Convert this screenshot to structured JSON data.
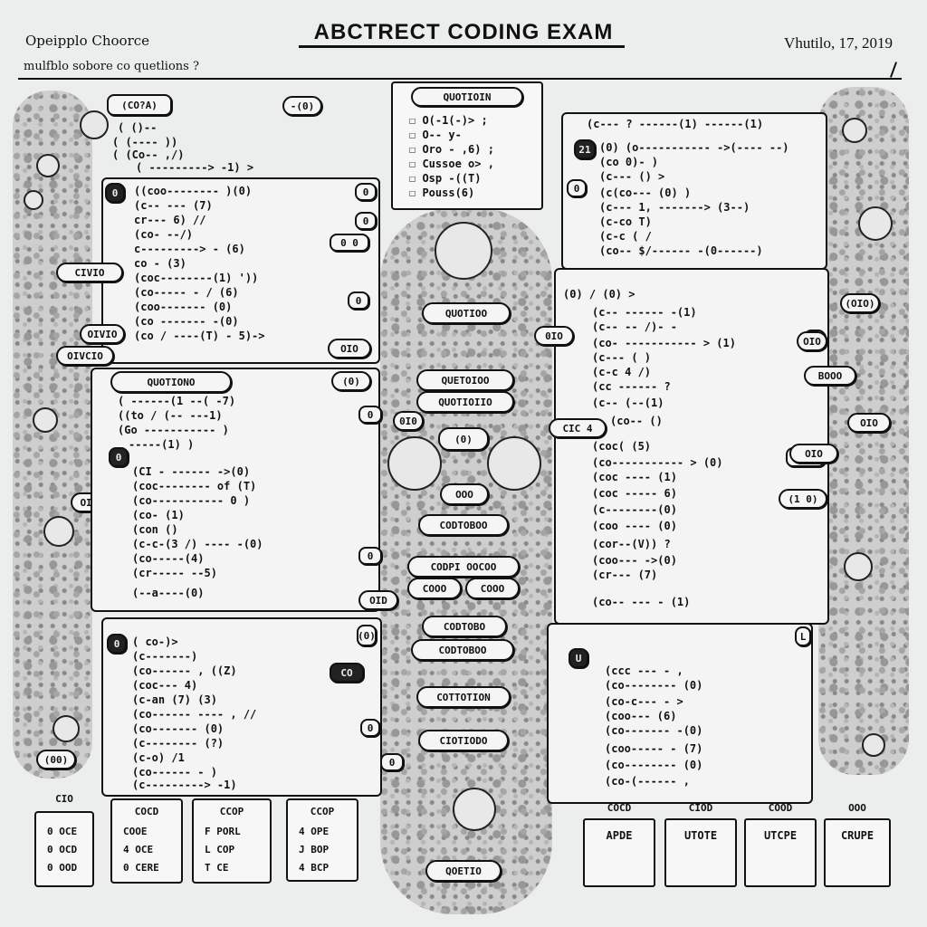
{
  "header": {
    "left_label": "Opeipplo Choorce",
    "sub_label": "mulfblo sobore co quetlions ?",
    "title": "ABCTRECT CODING EXAM",
    "date": "Vhutilo, 17, 2019"
  },
  "question_header": {
    "title": "QUOTIOIN",
    "options": [
      "O(-1(-)>  ;",
      "O--  y-",
      "Oro  -  ,6)  ;",
      "Cussoe   o>  ,",
      "Osp   -((T)",
      "Pouss(6)"
    ]
  },
  "panel_tl": {
    "tag": "(CO?A)",
    "chip": "-(0)",
    "lines": [
      "( ()--",
      "( (---- ))",
      "( (Co-- ,/)",
      "(  --------->  -1)  >"
    ],
    "sub_lines": [
      "((coo-------- )(0)",
      "(c--  ---  (7)",
      "cr---  6)  //",
      "(co-  --/)",
      "c---------> -  (6)",
      "co  -  (3)",
      "(coc--------(1)  '))",
      "(co----- - /  (6)",
      "(coo------- (0)",
      "(co  ------- -(0)",
      "(co  /  ----(T)  -  5)->"
    ]
  },
  "panel_ml": {
    "title": "QUOTIONO",
    "chip": "(0)",
    "lines": [
      "( ------(1 --(  -7)",
      "((to /  (--  ---1)",
      "(Go -----------  )",
      "-----(1)  )",
      "(CI -   ------   ->(0)",
      "(coc-------- of  (T)",
      "(co----------- 0 )",
      "(co-  (1)",
      "(con  ()",
      "(c-c-(3  /)  ---- -(0)",
      "(co-----(4)",
      "(cr-----  --5)",
      "(--a----(0)"
    ]
  },
  "panel_bl": {
    "chip": "(0)",
    "lines": [
      "(  co-)>",
      "(c-------)",
      "(co------  ,  ((Z)",
      "(coc---  4)",
      "(c-an  (7)  (3)",
      "(co------  ---- ,  //",
      "(co-------  (0)",
      "(c--------  (?)",
      "(c-o)  /1",
      "(co------  -  )",
      "(c---------> -1)"
    ]
  },
  "panel_tr": {
    "lines": [
      "(c---  ?  ------(1)  ------(1)",
      "(0) (o-----------  ->(---- --)",
      "(co  0)-  )",
      "(c---  ()  >",
      "(c(co--- (0)  )",
      "(c--- 1,  -------> (3--)",
      "(c-co  T)",
      "(c-c  (  /",
      "(co--  $/------ -(0------)"
    ]
  },
  "panel_mr": {
    "lines": [
      "(0)  /  (0)  >",
      "(c--  ------ -(1)",
      "(c-- -- /)-  -",
      "(co-  -----------  > (1)",
      "(c--- (   )",
      "(c-c  4  /)",
      "(cc  ------ ?",
      "(c--   (--(1)",
      "(co--  ()",
      "(coc(  (5)",
      "(co-----------  >  (0)",
      "(coc  ----  (1)",
      "(coc  -----  6)",
      "(c--------(0)",
      "(coo  ---- (0)",
      "(cor--(V))  ?",
      "(coo---  ->(0)",
      "(cr---  (7)",
      "(co--  ---  -  (1)"
    ]
  },
  "panel_br": {
    "lines": [
      "(ccc  ---  -  ,",
      "(co--------  (0)",
      "(co-c--- -  >",
      "(coo---  (6)",
      "(co------- -(0)",
      "(coo----- - (7)",
      "(co--------  (0)",
      "(co-(------  ,"
    ]
  },
  "center_chips": [
    "QUOTIOO",
    "QUETOIOO",
    "QUOTIOIIO",
    "(0)",
    "OOO",
    "CODTOBOO",
    "CODPI OOCOO",
    "COOO",
    "COOO",
    "CODTOBO",
    "CODTOBOO",
    "COTTOTION",
    "CIOTIODO",
    "QOETIO"
  ],
  "side_chips": {
    "left": [
      "CIVIO",
      "OIVIO",
      "OIVCIO",
      "OIVVO",
      "(00)"
    ],
    "right": [
      "BOOO",
      "OIO",
      "(OIO)",
      "OIO",
      "(1 0)",
      "OIO"
    ],
    "mid": [
      "OIO",
      "0IO",
      "CIC 4",
      "0I0",
      "OID"
    ]
  },
  "bottom_left_boxes": [
    {
      "caption": "CIO",
      "rows": [
        "0 OCE",
        "0 OCD",
        "0 OOD"
      ]
    },
    {
      "caption": "COCD",
      "rows": [
        "COOE",
        "4 OCE",
        "0 CERE"
      ]
    },
    {
      "caption": "CCOP",
      "rows": [
        "F  PORL",
        "L  COP",
        "T  CE"
      ]
    },
    {
      "caption": "CCOP",
      "rows": [
        "4 OPE",
        "J BOP",
        "4 BCP"
      ]
    }
  ],
  "bottom_right_boxes": [
    {
      "caption": "COCD",
      "label": "APDE"
    },
    {
      "caption": "CIOD",
      "label": "UTOTE"
    },
    {
      "caption": "COOD",
      "label": "UTCPE"
    },
    {
      "caption": "OOO",
      "label": "CRUPE"
    }
  ]
}
